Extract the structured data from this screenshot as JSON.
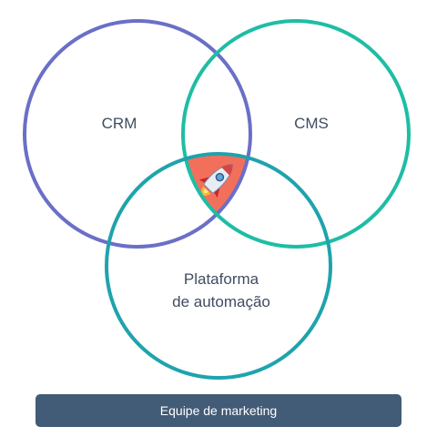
{
  "diagram": {
    "sets": [
      {
        "id": "crm",
        "label_lines": [
          "CRM"
        ],
        "stroke": "#6a6fc7"
      },
      {
        "id": "cms",
        "label_lines": [
          "CMS"
        ],
        "stroke": "#1ebda5"
      },
      {
        "id": "automation",
        "label_lines": [
          "Plataforma",
          "de automação"
        ],
        "stroke": "#1fa3ad"
      }
    ],
    "center": {
      "icon": "rocket-icon",
      "fill": "#f2705b"
    }
  },
  "footer": {
    "label": "Equipe de marketing",
    "background": "#425b76"
  }
}
